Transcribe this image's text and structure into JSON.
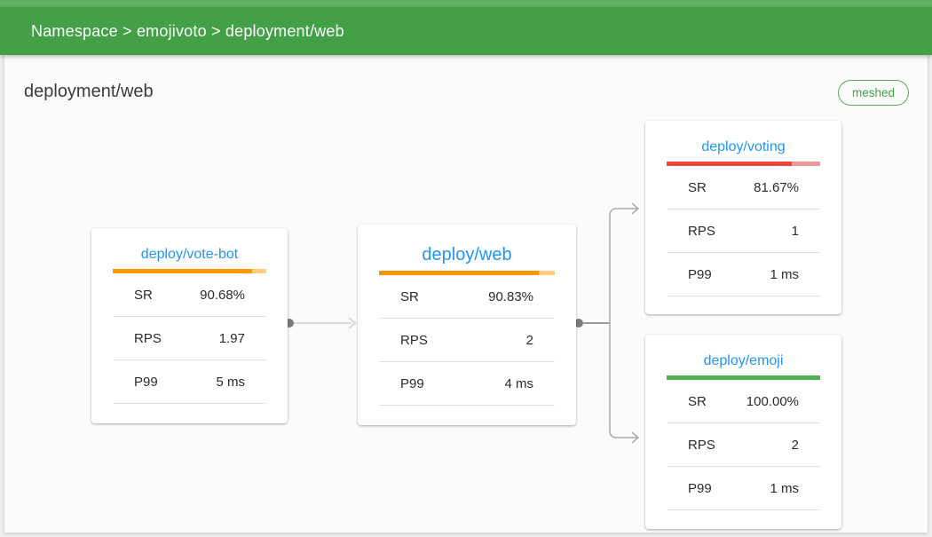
{
  "header": {
    "breadcrumb": "Namespace > emojivoto > deployment/web",
    "background_color": "#43a047"
  },
  "page": {
    "title": "deployment/web",
    "badge": "meshed",
    "badge_color": "#43a047"
  },
  "colors": {
    "node_title_blue": "#2196f3",
    "success_green": "#4caf50",
    "warn_orange": "#ff9800",
    "error_red": "#f0453a",
    "edge_gray": "#aaaaaa"
  },
  "graph": {
    "nodes": [
      {
        "id": "vote-bot",
        "title": "deploy/vote-bot",
        "success_pct": 90.68,
        "bar_color": "#ff9800",
        "bar_rest_color": "#ffcc80",
        "stats": [
          {
            "label": "SR",
            "value": "90.68%"
          },
          {
            "label": "RPS",
            "value": "1.97"
          },
          {
            "label": "P99",
            "value": "5 ms"
          }
        ]
      },
      {
        "id": "web",
        "title": "deploy/web",
        "success_pct": 90.83,
        "bar_color": "#ff9800",
        "bar_rest_color": "#ffcc80",
        "stats": [
          {
            "label": "SR",
            "value": "90.83%"
          },
          {
            "label": "RPS",
            "value": "2"
          },
          {
            "label": "P99",
            "value": "4 ms"
          }
        ]
      },
      {
        "id": "voting",
        "title": "deploy/voting",
        "success_pct": 81.67,
        "bar_color": "#f0453a",
        "bar_rest_color": "#ef9a9a",
        "stats": [
          {
            "label": "SR",
            "value": "81.67%"
          },
          {
            "label": "RPS",
            "value": "1"
          },
          {
            "label": "P99",
            "value": "1 ms"
          }
        ]
      },
      {
        "id": "emoji",
        "title": "deploy/emoji",
        "success_pct": 100,
        "bar_color": "#4caf50",
        "bar_rest_color": "#4caf50",
        "stats": [
          {
            "label": "SR",
            "value": "100.00%"
          },
          {
            "label": "RPS",
            "value": "2"
          },
          {
            "label": "P99",
            "value": "1 ms"
          }
        ]
      }
    ],
    "edges": [
      {
        "from": "deploy/vote-bot",
        "to": "deploy/web"
      },
      {
        "from": "deploy/web",
        "to": "deploy/voting"
      },
      {
        "from": "deploy/web",
        "to": "deploy/emoji"
      }
    ]
  }
}
